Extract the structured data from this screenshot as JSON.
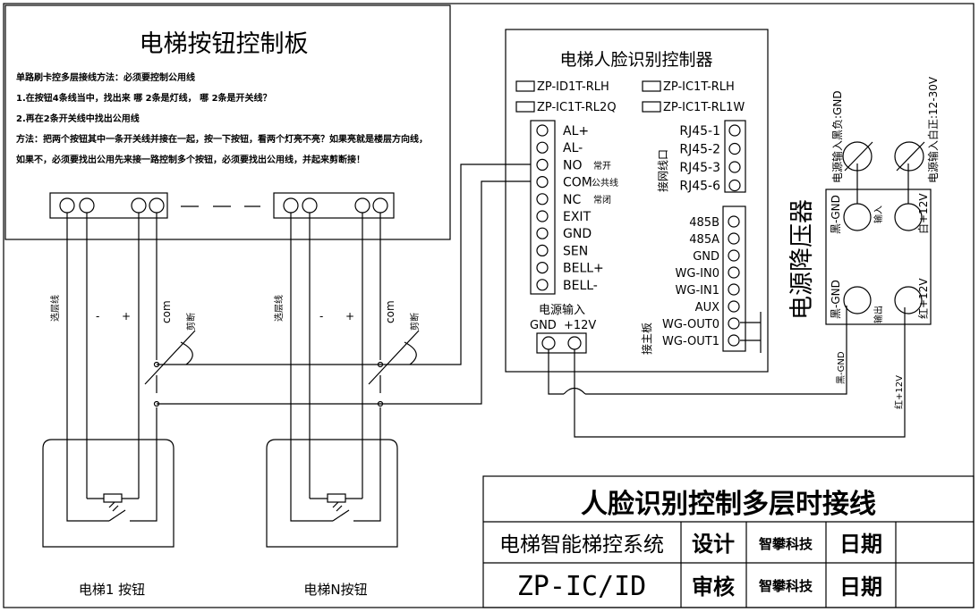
{
  "panel": {
    "title": "电梯按钮控制板",
    "note_lines": [
      "单路刷卡控多层接线方法：必须要控制公用线",
      "1.在按钮4条线当中，找出来  哪 2条是灯线，  哪 2条是开关线？",
      "2.再在2条开关线中找出公用线",
      "方法：把两个按钮其中一条开关线并接在一起，按一下按钮，看两个灯亮不亮？如果亮就是楼层方向线，",
      "如果不，必须要找出公用先来接一路控制多个按钮，必须要找出公用线，并起来剪断接！"
    ],
    "wire_labels": {
      "floor": "选层线",
      "minus": "-",
      "plus": "+",
      "com": "com",
      "cut": "剪断"
    },
    "button1_label": "电梯1 按钮",
    "buttonN_label": "电梯N按钮"
  },
  "controller": {
    "title": "电梯人脸识别控制器",
    "models": [
      "ZP-ID1T-RLH",
      "ZP-IC1T-RLH",
      "ZP-IC1T-RL2Q",
      "ZP-IC1T-RL1W"
    ],
    "left_terminals": [
      "AL+",
      "AL-",
      "NO",
      "COM",
      "NC",
      "EXIT",
      "GND",
      "SEN",
      "BELL+",
      "BELL-"
    ],
    "left_terminal_notes": {
      "NO": "常开",
      "COM": "公共线",
      "NC": "常闭"
    },
    "network_label": "接网线口",
    "rj45": [
      "RJ45-1",
      "RJ45-2",
      "RJ45-3",
      "RJ45-6"
    ],
    "right_terminals": [
      "485B",
      "485A",
      "GND",
      "WG-IN0",
      "WG-IN1",
      "AUX",
      "WG-OUT0",
      "WG-OUT1"
    ],
    "main_board_label": "接主板",
    "power_input": {
      "label": "电源输入",
      "gnd": "GND",
      "v12": "+12V"
    }
  },
  "transformer": {
    "label": "电源降压器",
    "ac_in_black": "电源输入黑负:GND",
    "ac_in_white": "电源输入白正:12-30V",
    "in_label": "输入",
    "out_label": "输出",
    "black_gnd": "黑-GND",
    "white_12v": "白+12V",
    "red_12v": "红+12V",
    "wire_black_gnd": "黑-GND",
    "wire_red_12v": "红+12V"
  },
  "title_block": {
    "title": "人脸识别控制多层时接线",
    "system": "电梯智能梯控系统",
    "model": "ZP-IC/ID",
    "design": "设计",
    "review": "审核",
    "company1": "智攀科技",
    "company2": "智攀科技",
    "date1": "日期",
    "date2": "日期"
  }
}
